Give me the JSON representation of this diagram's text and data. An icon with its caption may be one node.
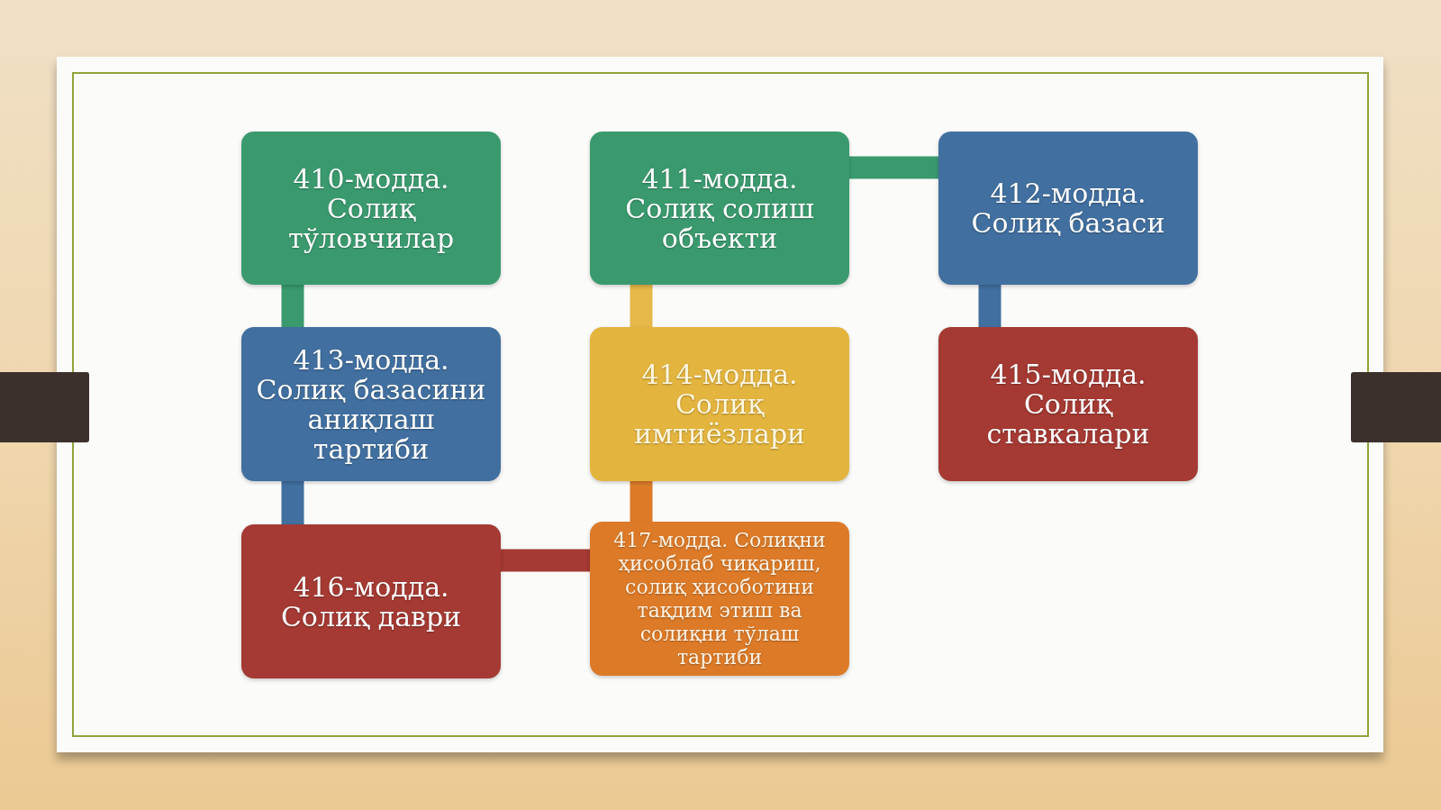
{
  "diagram": {
    "nodes": [
      {
        "text": [
          "410-модда. Солиқ тўловчилар"
        ]
      },
      {
        "text": [
          "411-модда. Солиқ солиш объекти"
        ]
      },
      {
        "text": [
          "412-модда. Солиқ базаси"
        ]
      },
      {
        "text": [
          "413-модда. Солиқ базасини аниқлаш тартиби"
        ]
      },
      {
        "text": [
          "414-модда. Солиқ имтиёзлари"
        ]
      },
      {
        "text": [
          "415-модда. Солиқ ставкалари"
        ]
      },
      {
        "text": [
          "416-модда. Солиқ даври"
        ]
      },
      {
        "text": [
          "417-модда. Солиқни ҳисоблаб чиқариш, солиқ ҳисоботини тақдим этиш ва солиқни тўлаш тартиби"
        ]
      }
    ],
    "edges": [
      {
        "from": 0,
        "to": 3,
        "arrow": "none",
        "color": "#3a9a6e"
      },
      {
        "from": 1,
        "to": 2,
        "arrow": "none",
        "color": "#3a9a6e"
      },
      {
        "from": 1,
        "to": 4,
        "arrow": "none",
        "color": "#e6b84a"
      },
      {
        "from": 2,
        "to": 5,
        "arrow": "none",
        "color": "#416f9f"
      },
      {
        "from": 3,
        "to": 6,
        "arrow": "none",
        "color": "#416f9f"
      },
      {
        "from": 4,
        "to": 7,
        "arrow": "none",
        "color": "#dc7a28"
      },
      {
        "from": 6,
        "to": 7,
        "arrow": "none",
        "color": "#a43a33"
      }
    ]
  }
}
